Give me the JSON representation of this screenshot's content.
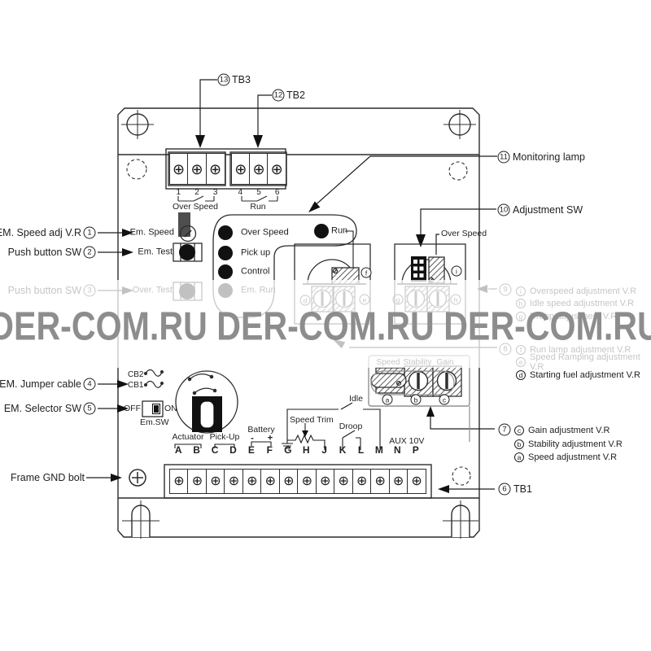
{
  "terminal_symbol": "⊕",
  "watermark": {
    "text": "DER-COM.RU DER-COM.RU DER-COM.RU"
  },
  "top": {
    "tb3": {
      "num": "13",
      "label": "TB3",
      "terminals": [
        "1",
        "2",
        "3"
      ],
      "group_label": "Over Speed"
    },
    "tb2": {
      "num": "12",
      "label": "TB2",
      "terminals": [
        "4",
        "5",
        "6"
      ],
      "group_label": "Run"
    }
  },
  "left": {
    "c1": {
      "num": "1",
      "label": "EM. Speed adj V.R",
      "target": "Em. Speed"
    },
    "c2": {
      "num": "2",
      "label": "Push button SW",
      "target": "Em. Test"
    },
    "c3": {
      "num": "3",
      "label": "Push button SW",
      "target": "Over. Test"
    },
    "c4": {
      "num": "4",
      "label": "EM. Jumper cable",
      "cb2": "CB2",
      "cb1": "CB1"
    },
    "c5": {
      "num": "5",
      "label": "EM. Selector SW",
      "off": "OFF",
      "on": "ON",
      "sw": "Em.SW"
    },
    "gnd": {
      "label": "Frame GND bolt"
    }
  },
  "monitoring": {
    "leds": [
      {
        "label": "Over Speed"
      },
      {
        "label": "Pick up"
      },
      {
        "label": "Control"
      },
      {
        "label": "Em. Run"
      }
    ],
    "run": "Run"
  },
  "right": {
    "c11": {
      "num": "11",
      "label": "Monitoring lamp"
    },
    "c10": {
      "num": "10",
      "label": "Adjustment SW",
      "target": "Over Speed"
    },
    "c9": {
      "num": "9",
      "items": [
        {
          "letter": "i",
          "text": "Overspeed adjustment V.R"
        },
        {
          "letter": "h",
          "text": "Idle speed adjustment V.R"
        },
        {
          "letter": "g",
          "text": "Droop adjustment V.R"
        }
      ]
    },
    "c8": {
      "num": "8",
      "items": [
        {
          "letter": "f",
          "text": "Run lamp adjustment V.R",
          "faded": true
        },
        {
          "letter": "e",
          "text": "Speed Ramping adjustment V.R",
          "faded": true
        },
        {
          "letter": "d",
          "text": "Starting fuel adjustment V.R"
        }
      ]
    },
    "c7": {
      "num": "7",
      "items": [
        {
          "letter": "c",
          "text": "Gain adjustment V.R"
        },
        {
          "letter": "b",
          "text": "Stability adjustment V.R"
        },
        {
          "letter": "a",
          "text": "Speed adjustment V.R"
        }
      ]
    },
    "c6": {
      "num": "6",
      "label": "TB1"
    }
  },
  "adjusters": {
    "abc_labels": [
      "Speed",
      "Stability",
      "Gain"
    ],
    "abc": [
      "a",
      "b",
      "c"
    ],
    "letters": {
      "f": "f",
      "i": "i",
      "d": "d",
      "e": "e",
      "g": "g",
      "h": "h"
    }
  },
  "tb1": {
    "terminals": [
      "A",
      "B",
      "C",
      "D",
      "E",
      "F",
      "G",
      "H",
      "J",
      "K",
      "L",
      "M",
      "N",
      "P"
    ],
    "actuator": "Actuator",
    "pickup": "Pick-Up",
    "battery": "Battery",
    "minus": "-",
    "plus": "+",
    "speed_trim": "Speed Trim",
    "droop": "Droop",
    "idle": "Idle",
    "aux": "AUX",
    "v10": "10V"
  }
}
